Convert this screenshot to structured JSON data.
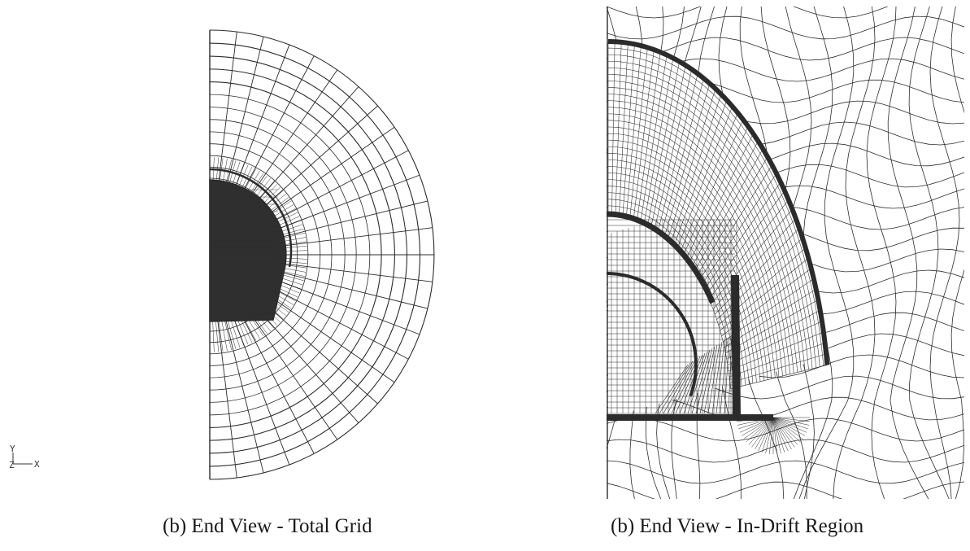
{
  "figure": {
    "captions": {
      "left": "(b) End View - Total Grid",
      "right": "(b) End View - In-Drift Region"
    },
    "axis_triad": {
      "y_label": "Y",
      "z_label": "Z",
      "x_label": "X"
    },
    "colors": {
      "mesh_line": "#2b2b2b",
      "dense_fill": "#2f2f2f",
      "background": "#ffffff"
    }
  }
}
